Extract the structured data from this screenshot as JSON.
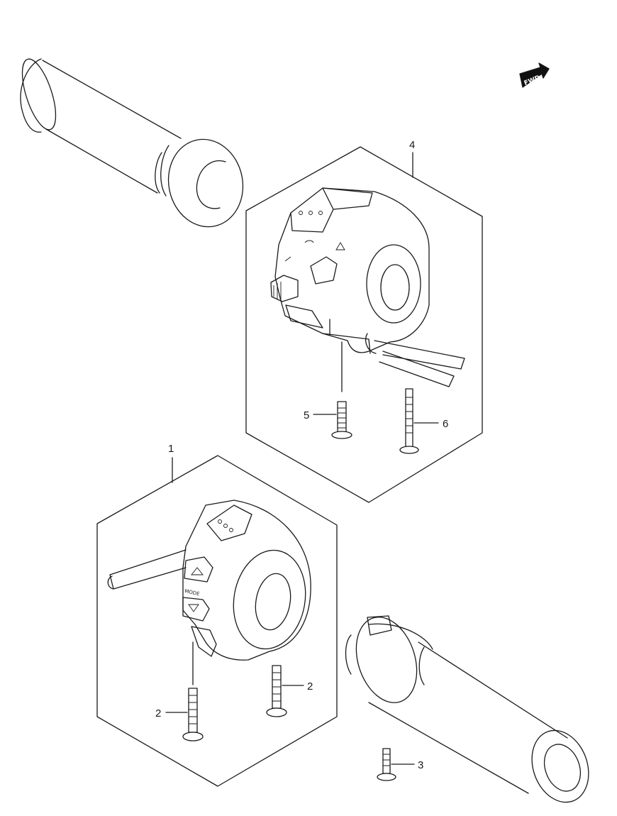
{
  "direction_badge": "FWD",
  "callouts": [
    {
      "id": "c1",
      "text": "1"
    },
    {
      "id": "c2a",
      "text": "2"
    },
    {
      "id": "c2b",
      "text": "2"
    },
    {
      "id": "c3",
      "text": "3"
    },
    {
      "id": "c4",
      "text": "4"
    },
    {
      "id": "c5",
      "text": "5"
    },
    {
      "id": "c6",
      "text": "6"
    }
  ],
  "switch_button_label": "MODE"
}
